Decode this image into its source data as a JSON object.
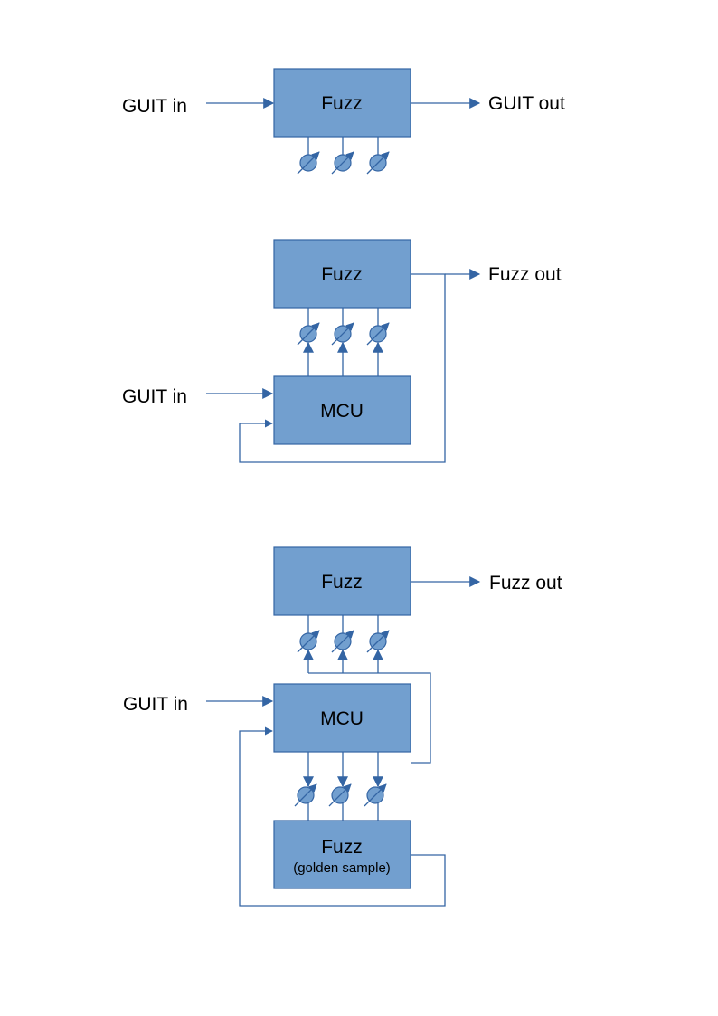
{
  "diagrams": [
    {
      "guit_in": "GUIT in",
      "fuzz": "Fuzz",
      "output": "GUIT out"
    },
    {
      "fuzz": "Fuzz",
      "output": "Fuzz out",
      "guit_in": "GUIT in",
      "mcu": "MCU"
    },
    {
      "fuzz": "Fuzz",
      "output": "Fuzz out",
      "guit_in": "GUIT in",
      "mcu": "MCU",
      "golden": "Fuzz",
      "golden_sub": "(golden sample)"
    }
  ],
  "colors": {
    "block_fill": "#729fcf",
    "block_stroke": "#3465a4",
    "wire": "#3465a4"
  },
  "icons": {
    "potentiometer": "variable-resistor-icon",
    "arrow": "arrowhead-icon"
  }
}
